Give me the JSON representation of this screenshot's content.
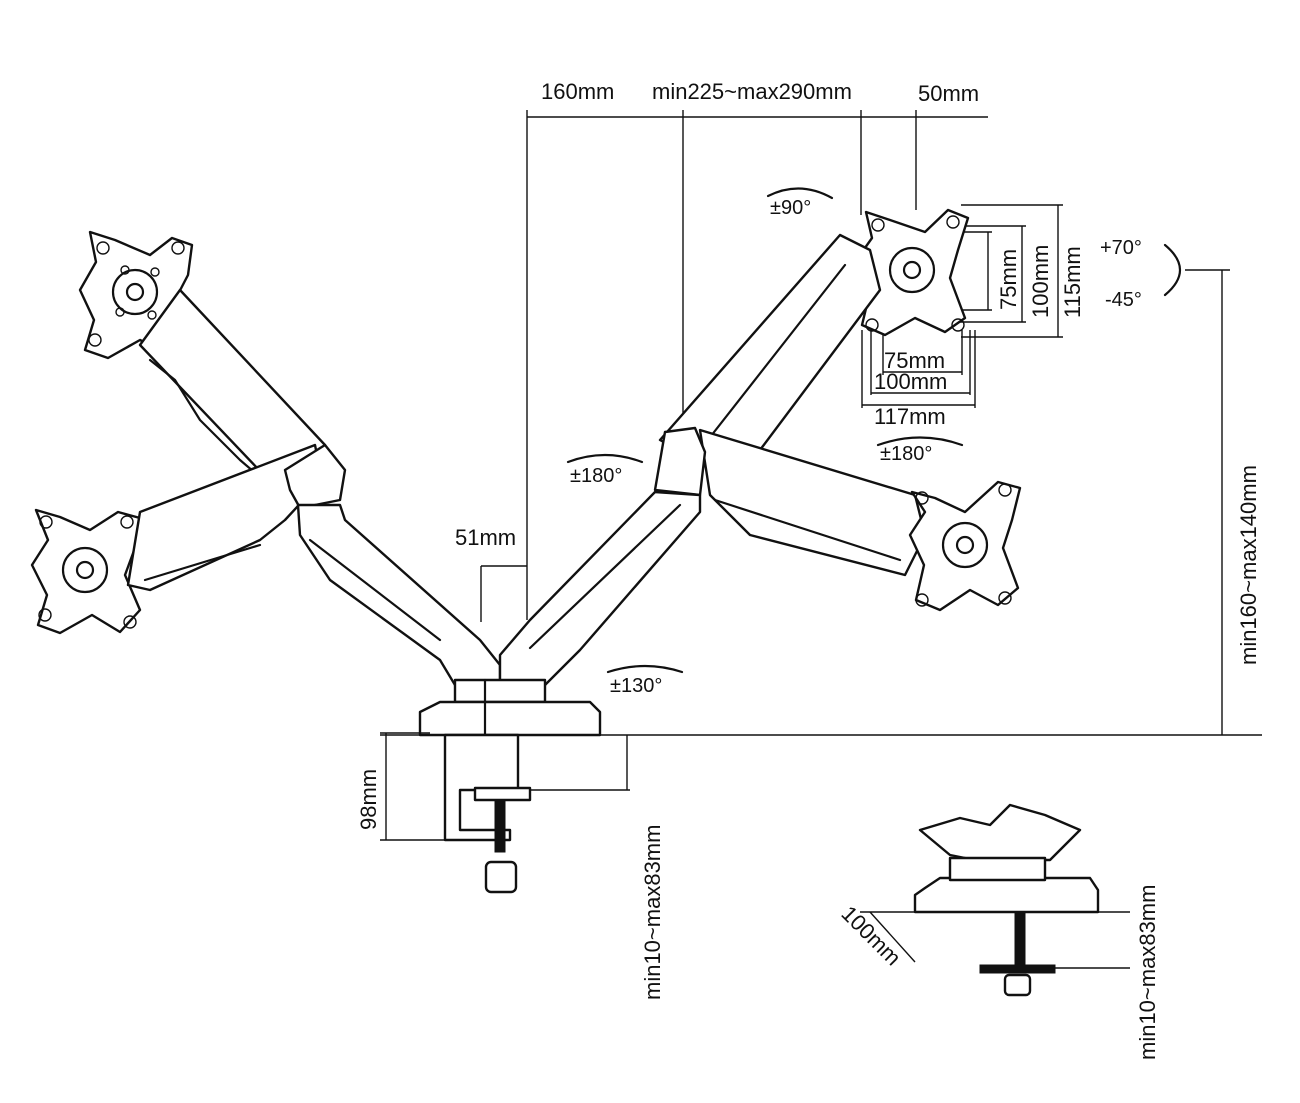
{
  "dimensions": {
    "reach": "160mm",
    "arm_length": "min225~max290mm",
    "offset": "50mm",
    "pole_offset": "51mm",
    "vesa_h_75": "75mm",
    "vesa_h_100": "100mm",
    "vesa_h_115": "115mm",
    "vesa_w_75": "75mm",
    "vesa_w_100": "100mm",
    "vesa_w_117": "117mm",
    "height_range": "min160~max140mm",
    "clamp_depth": "98mm",
    "desk_thickness": "min10~max83mm",
    "desk_thickness_2": "min10~max83mm",
    "base_depth": "100mm"
  },
  "rotations": {
    "head_rotate": "±90°",
    "tilt_up": "+70°",
    "tilt_down": "-45°",
    "swivel_head": "±180°",
    "swivel_elbow": "±180°",
    "swivel_base": "±130°"
  },
  "colors": {
    "line": "#111111",
    "background": "#ffffff"
  }
}
